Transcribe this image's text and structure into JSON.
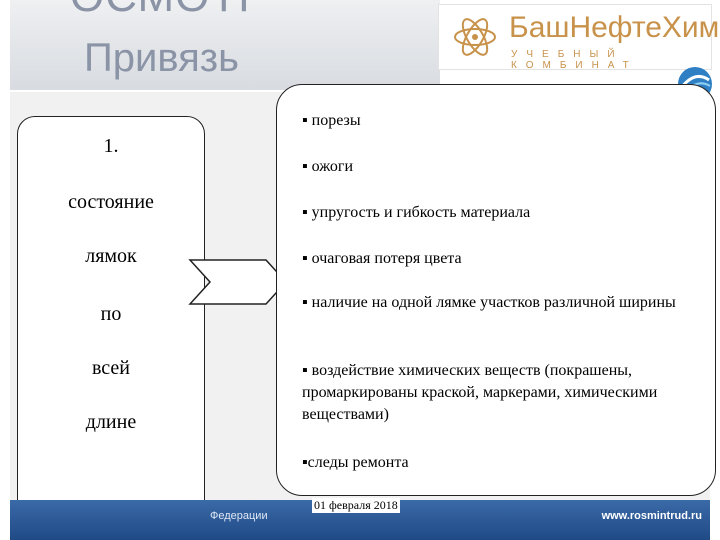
{
  "header": {
    "title_line1": "ОСМОТР",
    "title_line2": "Привязь"
  },
  "logo": {
    "name": "БашНефтеХим",
    "subtitle": "УЧЕБНЫЙ КОМБИНАТ"
  },
  "left_panel": {
    "items": [
      "1.",
      "состояние",
      "лямок",
      "по",
      "всей",
      "длине"
    ]
  },
  "right_panel": {
    "bullets": [
      "▪ порезы",
      "▪ ожоги",
      "▪ упругость и гибкость материала",
      "▪ очаговая потеря цвета",
      "▪ наличие на одной лямке участков различной ширины",
      "▪ воздействие химических веществ (покрашены, промаркированы краской, маркерами, химическими веществами)",
      "▪следы ремонта"
    ]
  },
  "footer": {
    "left_text": "Федерации",
    "right_text": "www.rosmintrud.ru",
    "date": "01 февраля 2018"
  }
}
